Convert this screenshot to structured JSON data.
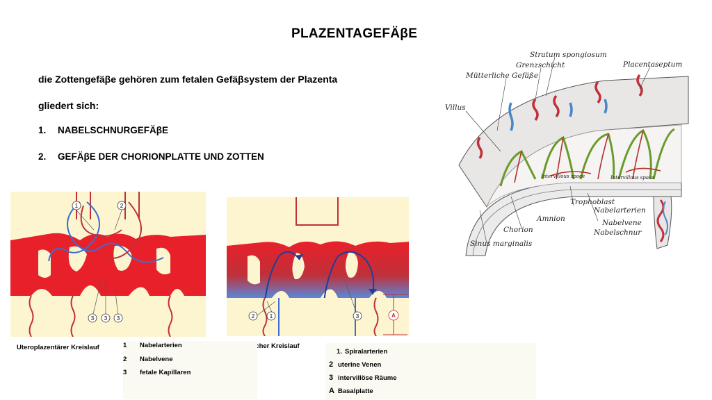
{
  "title": "PLAZENTAGEFÄβE",
  "intro": {
    "line1": "die Zottengefäβe gehören zum fetalen Gefäβsystem der Plazenta",
    "line2": "gliedert sich:"
  },
  "items": [
    {
      "num": "1.",
      "label": "NABELSCHNURGEFÄβE"
    },
    {
      "num": "2.",
      "label": "GEFÄβE DER CHORIONPLATTE UND ZOTTEN"
    }
  ],
  "placenta_labels": {
    "stratum": "Stratum spongiosum",
    "grenz": "Grenzschicht",
    "mutter": "Mütterliche Gefäße",
    "septum": "Placentaseptum",
    "villus": "Villus",
    "intervillous1": "Intervillous  space",
    "intervillous2": "Intervillous  space",
    "trophoblast": "Trophoblast",
    "nabelarterien": "Nabelarterien",
    "nabelvene": "Nabelvene",
    "nabelschnur": "Nabelschnur",
    "amnion": "Amnion",
    "chorion": "Chorion",
    "sinus": "Sinus marginalis"
  },
  "diagram1": {
    "caption": "Uteroplazentärer Kreislauf",
    "markers": [
      "1",
      "2",
      "3",
      "3",
      "3"
    ]
  },
  "diagram2": {
    "caption": "Mütterlicher Kreislauf",
    "markers": [
      "2",
      "1",
      "3",
      "A"
    ]
  },
  "legend1": [
    {
      "key": "1",
      "label": "Nabelarterien"
    },
    {
      "key": "2",
      "label": "Nabelvene"
    },
    {
      "key": "3",
      "label": "fetale Kapillaren"
    }
  ],
  "legend2": [
    {
      "key": "1.",
      "label": "Spiralarterien"
    },
    {
      "key": "2",
      "label": "uterine Venen"
    },
    {
      "key": "3",
      "label": "intervillöse Räume"
    },
    {
      "key": "A",
      "label": "Basalplatte"
    }
  ],
  "colors": {
    "maternal_red": "#e8202a",
    "fetal_blue": "#3a6fd0",
    "tissue": "#fdf5cf",
    "vessel_red": "#c0303a"
  }
}
